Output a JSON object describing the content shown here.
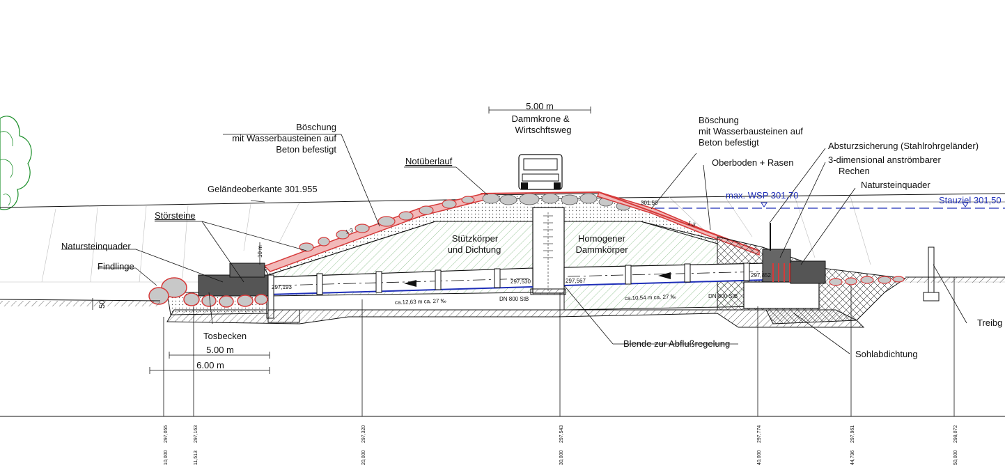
{
  "colors": {
    "line": "#111111",
    "riprap_fill": "#f2b9b9",
    "riprap_stroke": "#d63a3a",
    "boulder_fill": "#c8c8c8",
    "hatch_green": "#9ac79a",
    "water_blue": "#1f2fb8",
    "tree_green": "#1c8f2a"
  },
  "labels": {
    "crown_width": "5.00 m",
    "crown_line1": "Dammkrone  &",
    "crown_line2": "Wirtschftsweg",
    "slope_left_1": "Böschung",
    "slope_left_2": "mit Wasserbausteinen auf",
    "slope_left_3": "Beton befestigt",
    "slope_right_1": "Böschung",
    "slope_right_2": "mit Wasserbausteinen auf",
    "slope_right_3": "Beton befestigt",
    "spillway": "Notüberlauf",
    "ground_edge": "Geländeoberkante 301.955",
    "stoersteine": "Störsteine",
    "natursteinquader_left": "Natursteinquader",
    "findlinge": "Findlinge",
    "tosbecken": "Tosbecken",
    "dim_500": "5.00 m",
    "dim_600": "6.00 m",
    "core_1": "Stützkörper",
    "core_2": "und Dichtung",
    "body_1": "Homogener",
    "body_2": "Dammkörper",
    "topsoil": "Oberboden + Rasen",
    "fall_protection": "Absturzsicherung (Stahlrohrgeländer)",
    "rake_1": "3-dimensional anströmbarer",
    "rake_2": "Rechen",
    "natursteinquader_right": "Natursteinquader",
    "max_wsp": "max. WSP 301,70",
    "stauziel": "Stauziel 301,50",
    "blende": "Blende zur Abflußregelung",
    "sohlabdichtung": "Sohlabdichtung",
    "treibgut": "Treibg",
    "slope_ratio_left": "1:3",
    "slope_ratio_right": "1:3",
    "level_301_50": "301,50",
    "h_10m": "10 m",
    "h_50": "50",
    "elev_left": "297,193",
    "elev_mid_l": "297,530",
    "elev_mid_r": "297,567",
    "elev_right": "297,852",
    "pipe_slope_left": "ca.12,63 m ca. 27 ‰",
    "pipe_slope_right": "ca.10,54 m ca. 27 ‰",
    "dn_left": "DN 800 StB",
    "dn_right": "DN 800 StB"
  },
  "stations": [
    {
      "station": "10,000",
      "elev": "297,055"
    },
    {
      "station": "11,513",
      "elev": "297,163"
    },
    {
      "station": "20,000",
      "elev": "297,320"
    },
    {
      "station": "30,000",
      "elev": "297,543"
    },
    {
      "station": "40,000",
      "elev": "297,774"
    },
    {
      "station": "44,796",
      "elev": "297,961"
    },
    {
      "station": "50,000",
      "elev": "298,072"
    }
  ]
}
